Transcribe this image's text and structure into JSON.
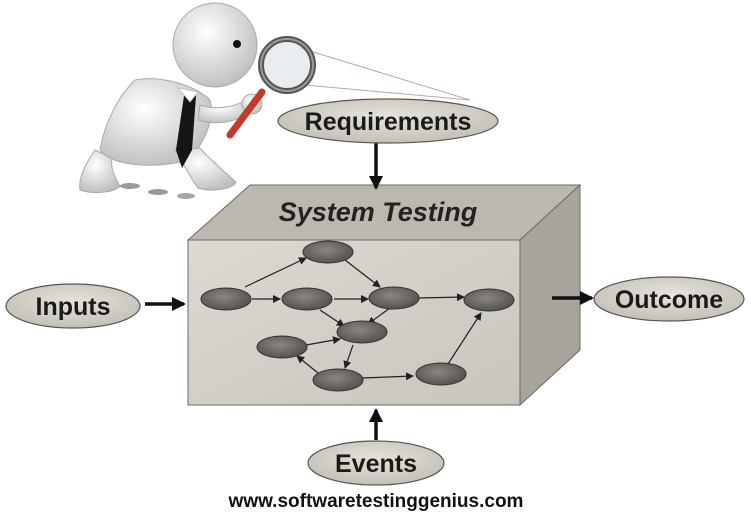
{
  "diagram": {
    "title": "System Testing",
    "inputs": {
      "requirements": "Requirements",
      "inputs": "Inputs",
      "events": "Events"
    },
    "output": "Outcome",
    "website": "www.softwaretestinggenius.com"
  },
  "colors": {
    "oval_fill": "#d6d2c9",
    "box_front": "#d2cfc9",
    "box_top": "#bdb9b1",
    "box_side": "#a9a59d",
    "node_fill": "#6b6864",
    "arrow": "#111111"
  },
  "icons": [
    "magnifying-glass-icon",
    "detective-figure-icon"
  ]
}
